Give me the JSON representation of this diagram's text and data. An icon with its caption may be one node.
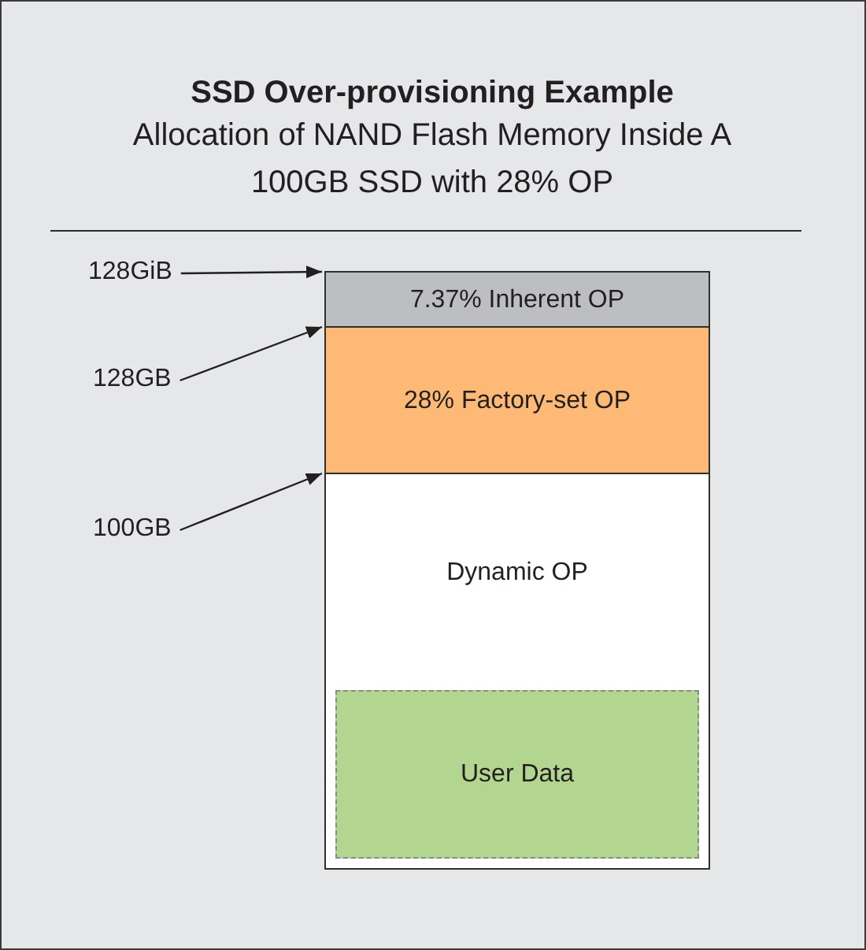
{
  "diagram": {
    "title": "SSD Over-provisioning Example",
    "nodes": [
      {
        "text": [
          "7.37% Inherent OP"
        ]
      },
      {
        "text": [
          "28% Factory-set OP"
        ]
      },
      {
        "text": [
          "Dynamic OP"
        ]
      },
      {
        "text": [
          "User Data"
        ],
        "in": 2
      },
      {
        "text": [
          "128GiB"
        ]
      },
      {
        "text": [
          "128GB"
        ]
      },
      {
        "text": [
          "100GB"
        ]
      }
    ],
    "edges": [
      {
        "from": 4,
        "to": 0,
        "arrow": "to"
      },
      {
        "from": 5,
        "to": 1,
        "arrow": "to"
      },
      {
        "from": 6,
        "to": 2,
        "arrow": "to"
      }
    ],
    "labels": [
      "Allocation of NAND Flash Memory Inside A 100GB SSD with 28% OP"
    ]
  }
}
